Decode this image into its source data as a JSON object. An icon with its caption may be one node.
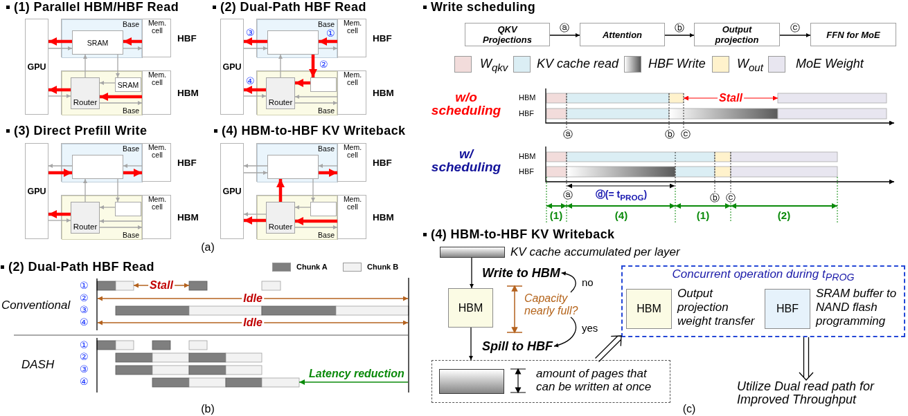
{
  "diagram": {
    "nodes": [
      {
        "text": [
          "GPU"
        ]
      },
      {
        "text": [
          "HBF"
        ]
      },
      {
        "text": [
          "Base"
        ],
        "in": 1
      },
      {
        "text": [
          "SRAM"
        ],
        "in": 2
      },
      {
        "text": [
          "Mem. cell"
        ],
        "in": 1
      },
      {
        "text": [
          "HBM"
        ]
      },
      {
        "text": [
          "Base"
        ],
        "in": 5
      },
      {
        "text": [
          "Router"
        ],
        "in": 6
      },
      {
        "text": [
          "SRAM"
        ],
        "in": 6
      },
      {
        "text": [
          "Mem. cell"
        ],
        "in": 5
      },
      {
        "text": [
          "GPU"
        ]
      },
      {
        "text": [
          "HBF"
        ]
      },
      {
        "text": [
          "Base"
        ],
        "in": 11
      },
      {
        "text": [],
        "shape": "box",
        "in": 12
      },
      {
        "text": [
          "Mem. cell"
        ],
        "in": 11
      },
      {
        "text": [
          "HBM"
        ]
      },
      {
        "text": [
          "Base"
        ],
        "in": 15
      },
      {
        "text": [
          "Router"
        ],
        "in": 16
      },
      {
        "text": [],
        "shape": "box",
        "in": 16
      },
      {
        "text": [
          "Mem. cell"
        ],
        "in": 15
      },
      {
        "text": [
          "GPU"
        ]
      },
      {
        "text": [
          "HBF"
        ]
      },
      {
        "text": [
          "Base"
        ],
        "in": 21
      },
      {
        "text": [],
        "shape": "box",
        "in": 22
      },
      {
        "text": [
          "Mem. cell"
        ],
        "in": 21
      },
      {
        "text": [
          "HBM"
        ]
      },
      {
        "text": [
          "Base"
        ],
        "in": 25
      },
      {
        "text": [
          "Router"
        ],
        "in": 26
      },
      {
        "text": [],
        "shape": "box",
        "in": 26
      },
      {
        "text": [
          "Mem. cell"
        ],
        "in": 25
      },
      {
        "text": [
          "GPU"
        ]
      },
      {
        "text": [
          "HBF"
        ]
      },
      {
        "text": [
          "Base"
        ],
        "in": 31
      },
      {
        "text": [],
        "shape": "box",
        "in": 32
      },
      {
        "text": [
          "Mem. cell"
        ],
        "in": 31
      },
      {
        "text": [
          "HBM"
        ]
      },
      {
        "text": [
          "Base"
        ],
        "in": 35
      },
      {
        "text": [
          "Router"
        ],
        "in": 36
      },
      {
        "text": [],
        "shape": "box",
        "in": 36
      },
      {
        "text": [
          "Mem. cell"
        ],
        "in": 35
      },
      {
        "text": [
          "QKV Projections"
        ]
      },
      {
        "text": [
          "Attention"
        ]
      },
      {
        "text": [
          "Output projection"
        ]
      },
      {
        "text": [
          "FFN for MoE"
        ]
      },
      {
        "text": [],
        "shape": "bar",
        "beside": [
          "KV cache accumulated per layer"
        ]
      },
      {
        "text": [
          "Write to HBM"
        ]
      },
      {
        "text": [
          "HBM"
        ]
      },
      {
        "text": [
          "Capacity nearly full?"
        ]
      },
      {
        "text": [
          "Spill to HBF"
        ]
      },
      {
        "text": [
          "amount of pages that can be written at once"
        ]
      },
      {
        "text": [],
        "shape": "bar",
        "in": 49
      },
      {
        "text": [
          "Concurrent operation during t$_{PROG}$"
        ]
      },
      {
        "text": [
          "HBM"
        ],
        "in": 51,
        "beside": [
          "Output projection weight transfer"
        ]
      },
      {
        "text": [
          "HBF"
        ],
        "in": 51,
        "beside": [
          "SRAM buffer to NAND flash programming"
        ]
      },
      {
        "text": [
          "Utilize Dual read path for Improved Throughput"
        ]
      }
    ],
    "edges": [
      {
        "from": 3,
        "to": 0,
        "arrow": "to",
        "style": "thick",
        "color": "#ff0000"
      },
      {
        "from": 0,
        "to": 3,
        "arrow": "to"
      },
      {
        "from": 4,
        "to": 3,
        "arrow": "to",
        "style": "thick",
        "color": "#ff0000"
      },
      {
        "from": 3,
        "to": 4,
        "arrow": "to"
      },
      {
        "from": 7,
        "to": 3,
        "arrow": "to"
      },
      {
        "from": 3,
        "to": 8,
        "arrow": "to"
      },
      {
        "from": 8,
        "to": 7,
        "arrow": "to"
      },
      {
        "from": 7,
        "to": 0,
        "arrow": "to",
        "style": "thick",
        "color": "#ff0000"
      },
      {
        "from": 0,
        "to": 7,
        "arrow": "to"
      },
      {
        "from": 9,
        "to": 7,
        "arrow": "to",
        "style": "thick",
        "color": "#ff0000"
      },
      {
        "from": 7,
        "to": 9,
        "arrow": "to"
      },
      {
        "from": 13,
        "to": 10,
        "arrow": "to",
        "label": "③",
        "style": "thick",
        "color": "#ff0000"
      },
      {
        "from": 10,
        "to": 13,
        "arrow": "to"
      },
      {
        "from": 14,
        "to": 13,
        "arrow": "to",
        "label": "①",
        "style": "thick",
        "color": "#ff0000"
      },
      {
        "from": 13,
        "to": 14,
        "arrow": "to"
      },
      {
        "from": 17,
        "to": 13,
        "arrow": "to"
      },
      {
        "from": 13,
        "to": 18,
        "arrow": "to",
        "label": "②",
        "style": "thick",
        "color": "#ff0000"
      },
      {
        "from": 18,
        "to": 17,
        "arrow": "to",
        "style": "thick",
        "color": "#ff0000"
      },
      {
        "from": 17,
        "to": 10,
        "arrow": "to",
        "label": "④",
        "style": "thick",
        "color": "#ff0000"
      },
      {
        "from": 10,
        "to": 17,
        "arrow": "to"
      },
      {
        "from": 19,
        "to": 17,
        "arrow": "to"
      },
      {
        "from": 17,
        "to": 19,
        "arrow": "to"
      },
      {
        "from": 23,
        "to": 20,
        "arrow": "to"
      },
      {
        "from": 20,
        "to": 23,
        "arrow": "to",
        "style": "thick",
        "color": "#ff0000"
      },
      {
        "from": 24,
        "to": 23,
        "arrow": "to"
      },
      {
        "from": 23,
        "to": 24,
        "arrow": "to",
        "style": "thick",
        "color": "#ff0000"
      },
      {
        "from": 27,
        "to": 23,
        "arrow": "to"
      },
      {
        "from": 23,
        "to": 28,
        "arrow": "to"
      },
      {
        "from": 28,
        "to": 27,
        "arrow": "to"
      },
      {
        "from": 27,
        "to": 20,
        "arrow": "to",
        "style": "thick",
        "color": "#ff0000"
      },
      {
        "from": 20,
        "to": 27,
        "arrow": "to"
      },
      {
        "from": 29,
        "to": 27,
        "arrow": "to"
      },
      {
        "from": 27,
        "to": 29,
        "arrow": "to"
      },
      {
        "from": 33,
        "to": 30,
        "arrow": "to"
      },
      {
        "from": 30,
        "to": 33,
        "arrow": "to"
      },
      {
        "from": 34,
        "to": 33,
        "arrow": "to"
      },
      {
        "from": 33,
        "to": 34,
        "arrow": "to",
        "style": "thick",
        "color": "#ff0000"
      },
      {
        "from": 37,
        "to": 33,
        "arrow": "to",
        "style": "thick",
        "color": "#ff0000"
      },
      {
        "from": 33,
        "to": 38,
        "arrow": "to"
      },
      {
        "from": 38,
        "to": 37,
        "arrow": "to"
      },
      {
        "from": 37,
        "to": 30,
        "arrow": "to"
      },
      {
        "from": 37,
        "to": 30,
        "arrow": "to",
        "style": "thick",
        "color": "#ff0000"
      },
      {
        "from": 39,
        "to": 37,
        "arrow": "to",
        "style": "thick",
        "color": "#ff0000"
      },
      {
        "from": 37,
        "to": 39,
        "arrow": "to"
      },
      {
        "from": 40,
        "to": 41,
        "arrow": "to",
        "label": "ⓐ",
        "color": "#000000"
      },
      {
        "from": 41,
        "to": 42,
        "arrow": "to",
        "label": "ⓑ",
        "color": "#000000"
      },
      {
        "from": 42,
        "to": 43,
        "arrow": "to",
        "label": "ⓒ",
        "color": "#000000"
      },
      {
        "from": 44,
        "to": 46,
        "arrow": "to",
        "color": "#000000"
      },
      {
        "from": 47,
        "to": 45,
        "arrow": "to",
        "label": "no",
        "color": "#000000"
      },
      {
        "from": 47,
        "to": 48,
        "arrow": "to",
        "label": "yes",
        "color": "#000000"
      },
      {
        "from": 46,
        "to": 49,
        "arrow": "to",
        "color": "#000000"
      },
      {
        "from": 49,
        "to": 51,
        "arrow": "to",
        "color": "#000000"
      },
      {
        "from": 51,
        "to": 54,
        "arrow": "to",
        "color": "#000000"
      }
    ],
    "labels": [
      "(1) Parallel HBM/HBF Read",
      "(2) Dual-Path HBF Read",
      "(3) Direct Prefill Write",
      "(4) HBM-to-HBF KV Writeback",
      "(a)",
      "(2) Dual-Path HBF Read",
      "Conventional",
      "①",
      "Stall",
      "②",
      "Idle",
      "③",
      "④",
      "Idle",
      "DASH",
      "①",
      "②",
      "③",
      "④",
      "Latency reduction",
      "(b)",
      "Write scheduling",
      "w/o scheduling",
      "HBM",
      "Stall",
      "HBF",
      "ⓐ",
      "ⓑ",
      "ⓒ",
      "w/ scheduling",
      "HBM",
      "HBF",
      "ⓐ",
      "ⓓ(= t$_{PROG}$)",
      "ⓑ",
      "ⓒ",
      "(1)",
      "(4)",
      "(1)",
      "(2)",
      "(4) HBM-to-HBF KV Writeback",
      "(c)"
    ],
    "legend": [
      {
        "text": "Chunk A",
        "color": "#7f7f7f"
      },
      {
        "text": "Chunk B",
        "color": "#f2f2f2"
      },
      {
        "text": "W$_{qkv}$",
        "color": "#f2dcdb"
      },
      {
        "text": "KV cache read",
        "color": "#dbeef4"
      },
      {
        "text": "HBF Write"
      },
      {
        "text": "W$_{out}$",
        "color": "#fff2cc"
      },
      {
        "text": "MoE Weight",
        "color": "#e8e6f0"
      }
    ]
  }
}
